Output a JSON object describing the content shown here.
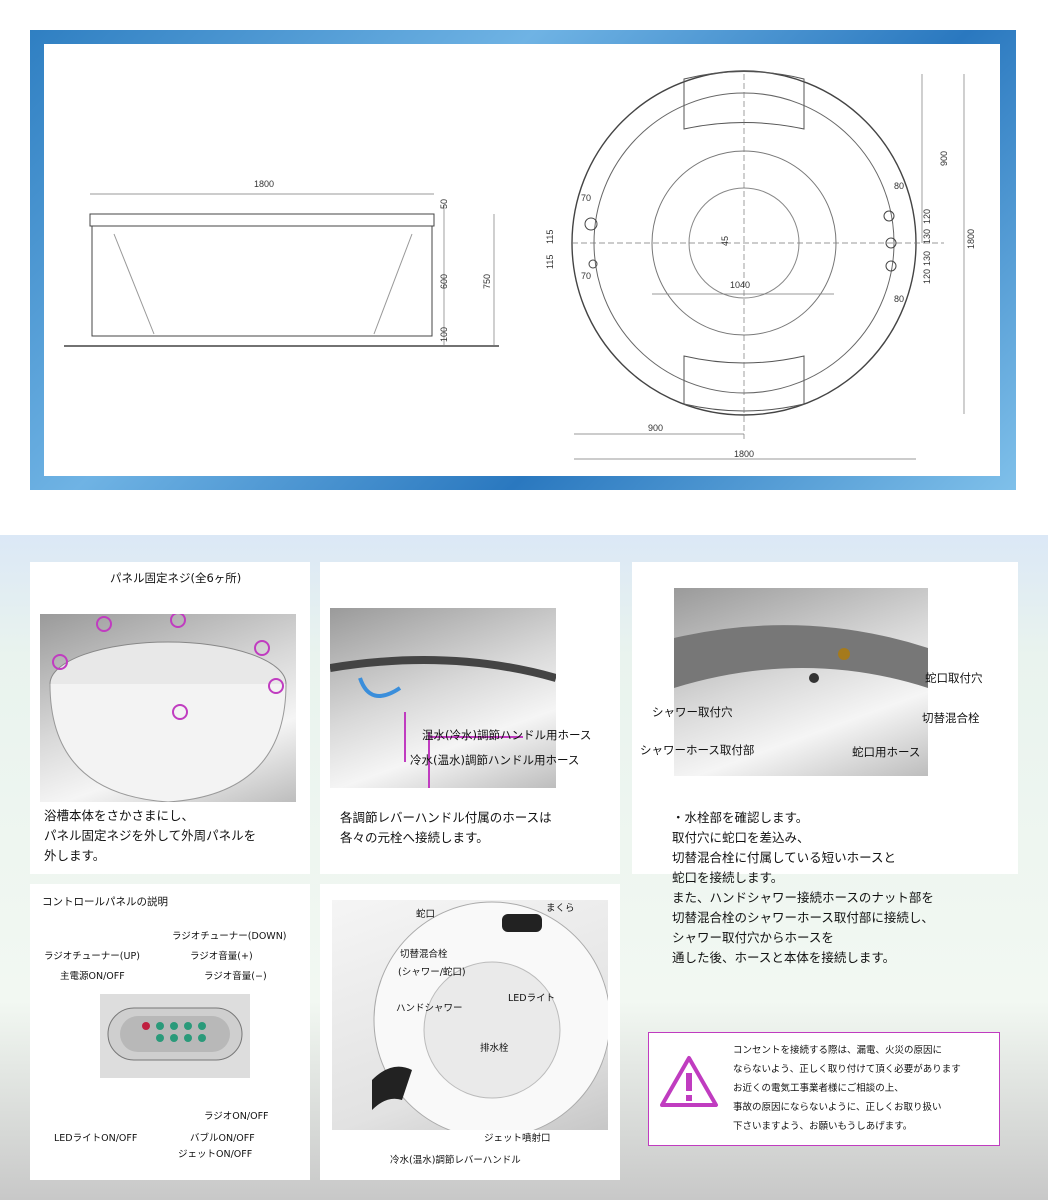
{
  "drawing": {
    "side_view": {
      "width_label": "1800",
      "h1": "50",
      "h2": "600",
      "h3": "100",
      "total": "750"
    },
    "top_view": {
      "radius_label": "900",
      "diameter_label": "1800",
      "inner_label": "1040",
      "offset_label": "45",
      "left_dims": [
        "70",
        "115",
        "115",
        "70"
      ],
      "right_dims": [
        "80",
        "120",
        "130",
        "130",
        "120",
        "80"
      ],
      "bottom_radius": "900",
      "bottom_diameter": "1800"
    }
  },
  "panel1": {
    "title": "パネル固定ネジ(全6ヶ所)",
    "body_lines": [
      "浴槽本体をさかさまにし、",
      "パネル固定ネジを外して外周パネルを",
      "外します。"
    ]
  },
  "panel2": {
    "label_hot": "温水(冷水)調節ハンドル用ホース",
    "label_cold": "冷水(温水)調節ハンドル用ホース",
    "body_lines": [
      "各調節レバーハンドル付属のホースは",
      "各々の元栓へ接続します。"
    ]
  },
  "panel3": {
    "label_faucet_hole": "蛇口取付穴",
    "label_shower_hole": "シャワー取付穴",
    "label_mixer": "切替混合栓",
    "label_shower_hose_part": "シャワーホース取付部",
    "label_faucet_hose": "蛇口用ホース",
    "body_lines": [
      "・水栓部を確認します。",
      "取付穴に蛇口を差込み、",
      "切替混合栓に付属している短いホースと",
      "蛇口を接続します。",
      "また、ハンドシャワー接続ホースのナット部を",
      "切替混合栓のシャワーホース取付部に接続し、",
      "シャワー取付穴からホースを",
      "通した後、ホースと本体を接続します。"
    ]
  },
  "control_panel": {
    "title": "コントロールパネルの説明",
    "labels": {
      "radio_down": "ラジオチューナー(DOWN)",
      "radio_up": "ラジオチューナー(UP)",
      "radio_vol_up": "ラジオ音量(+)",
      "radio_vol_down": "ラジオ音量(−)",
      "main_power": "主電源ON/OFF",
      "radio_onoff": "ラジオON/OFF",
      "led_onoff": "LEDライトON/OFF",
      "bubble_onoff": "バブルON/OFF",
      "jet_onoff": "ジェットON/OFF"
    }
  },
  "tub_photo": {
    "labels": {
      "faucet": "蛇口",
      "pillow": "まくら",
      "mixer": "切替混合栓",
      "mixer_sub": "(シャワー/蛇口)",
      "led": "LEDライト",
      "hand_shower": "ハンドシャワー",
      "drain": "排水栓",
      "jet": "ジェット噴射口",
      "lever": "冷水(温水)調節レバーハンドル"
    }
  },
  "warning": {
    "icon": "warning-icon",
    "lines": [
      "コンセントを接続する際は、漏電、火災の原因に",
      "ならないよう、正しく取り付けて頂く必要があります",
      "お近くの電気工事業者様にご相談の上、",
      "事故の原因にならないように、正しくお取り扱い",
      "下さいますよう、お願いもうしあげます。"
    ]
  },
  "colors": {
    "accent": "#c03cc0",
    "frame": "#2f7fc2"
  }
}
